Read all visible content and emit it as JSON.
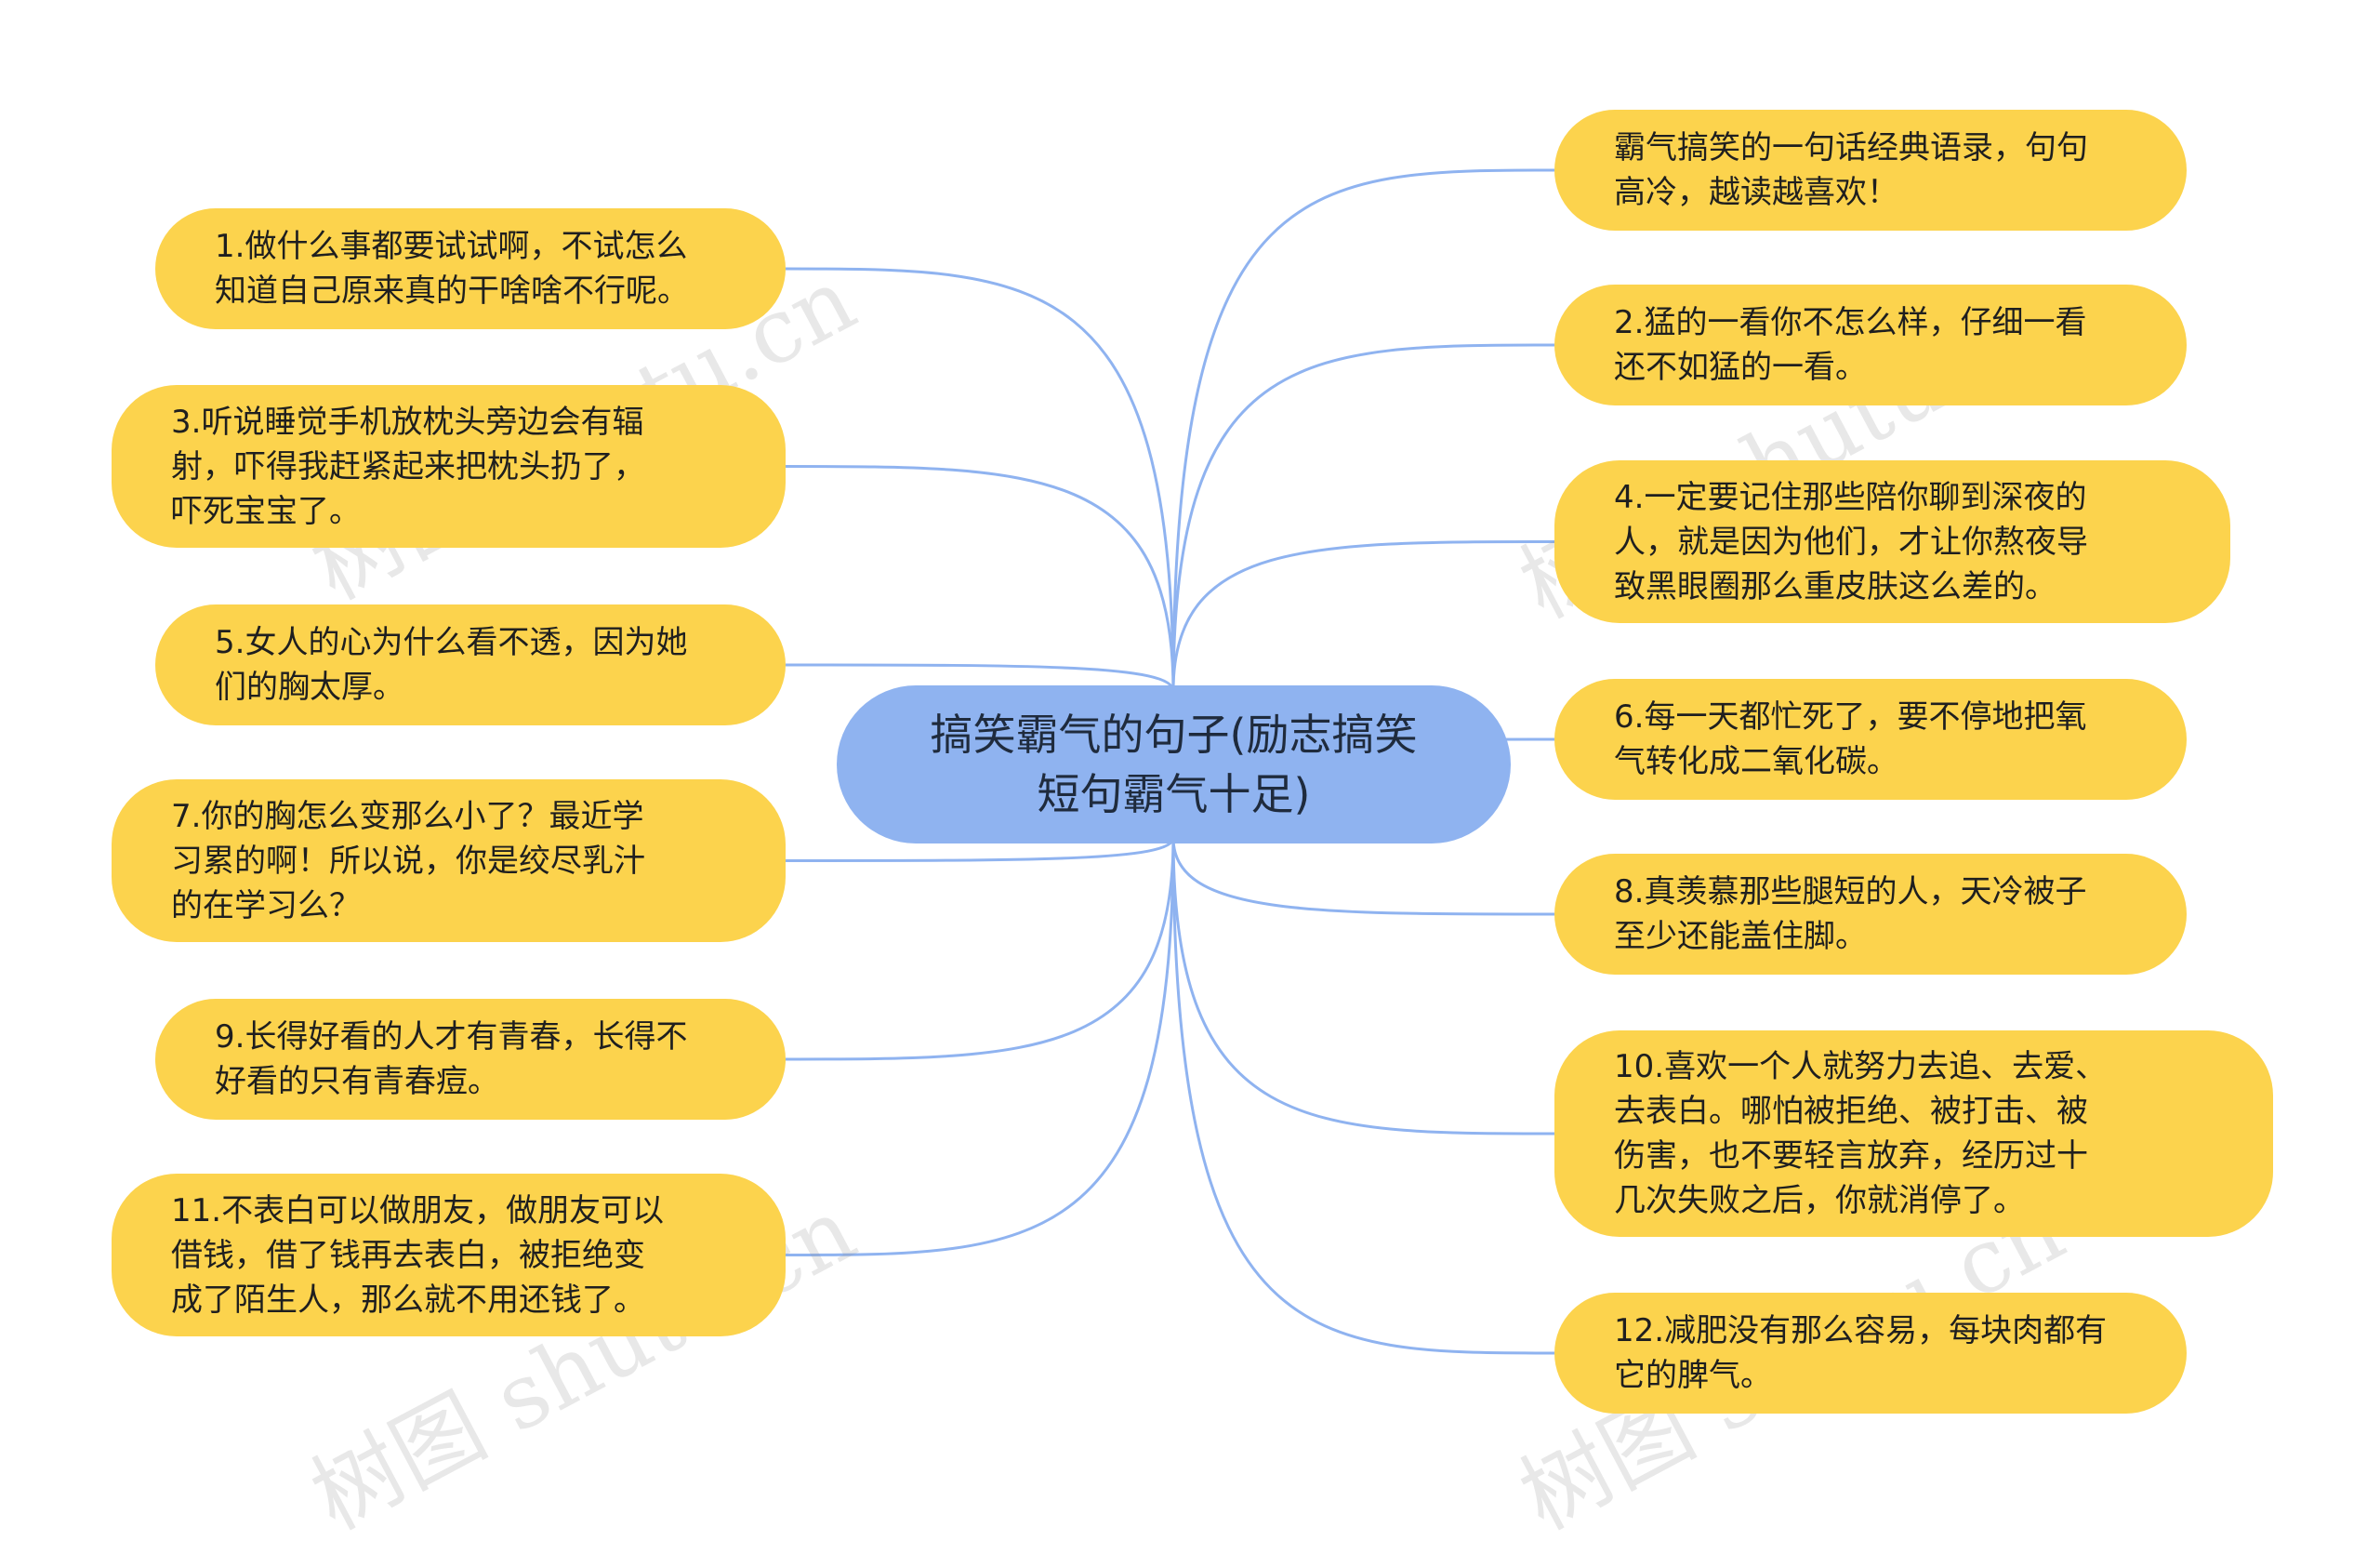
{
  "center": {
    "text": "搞笑霸气的句子(励志搞笑\n短句霸气十足)"
  },
  "watermarks": [
    "树图 shutu.cn",
    "树图 shutu.cn",
    "树图 shutu.cn",
    "树图 shutu.cn"
  ],
  "colors": {
    "node": "#FCD34D",
    "center": "#8FB3F0",
    "edge": "#8FB3F0",
    "background": "#FFFFFF"
  },
  "left_nodes": [
    {
      "text": "1.做什么事都要试试啊，不试怎么\n知道自己原来真的干啥啥不行呢。"
    },
    {
      "text": "3.听说睡觉手机放枕头旁边会有辐\n射，吓得我赶紧起来把枕头扔了，\n吓死宝宝了。"
    },
    {
      "text": "5.女人的心为什么看不透，因为她\n们的胸太厚。"
    },
    {
      "text": "7.你的胸怎么变那么小了？最近学\n习累的啊！所以说，你是绞尽乳汁\n的在学习么？"
    },
    {
      "text": "9.长得好看的人才有青春，长得不\n好看的只有青春痘。"
    },
    {
      "text": "11.不表白可以做朋友，做朋友可以\n借钱，借了钱再去表白，被拒绝变\n成了陌生人，那么就不用还钱了。"
    }
  ],
  "right_nodes": [
    {
      "text": "霸气搞笑的一句话经典语录，句句\n高冷，越读越喜欢！"
    },
    {
      "text": "2.猛的一看你不怎么样，仔细一看\n还不如猛的一看。"
    },
    {
      "text": "4.一定要记住那些陪你聊到深夜的\n人，就是因为他们，才让你熬夜导\n致黑眼圈那么重皮肤这么差的。"
    },
    {
      "text": "6.每一天都忙死了，要不停地把氧\n气转化成二氧化碳。"
    },
    {
      "text": "8.真羡慕那些腿短的人，天冷被子\n至少还能盖住脚。"
    },
    {
      "text": "10.喜欢一个人就努力去追、去爱、\n去表白。哪怕被拒绝、被打击、被\n伤害，也不要轻言放弃，经历过十\n几次失败之后，你就消停了。"
    },
    {
      "text": "12.减肥没有那么容易，每块肉都有\n它的脾气。"
    }
  ]
}
